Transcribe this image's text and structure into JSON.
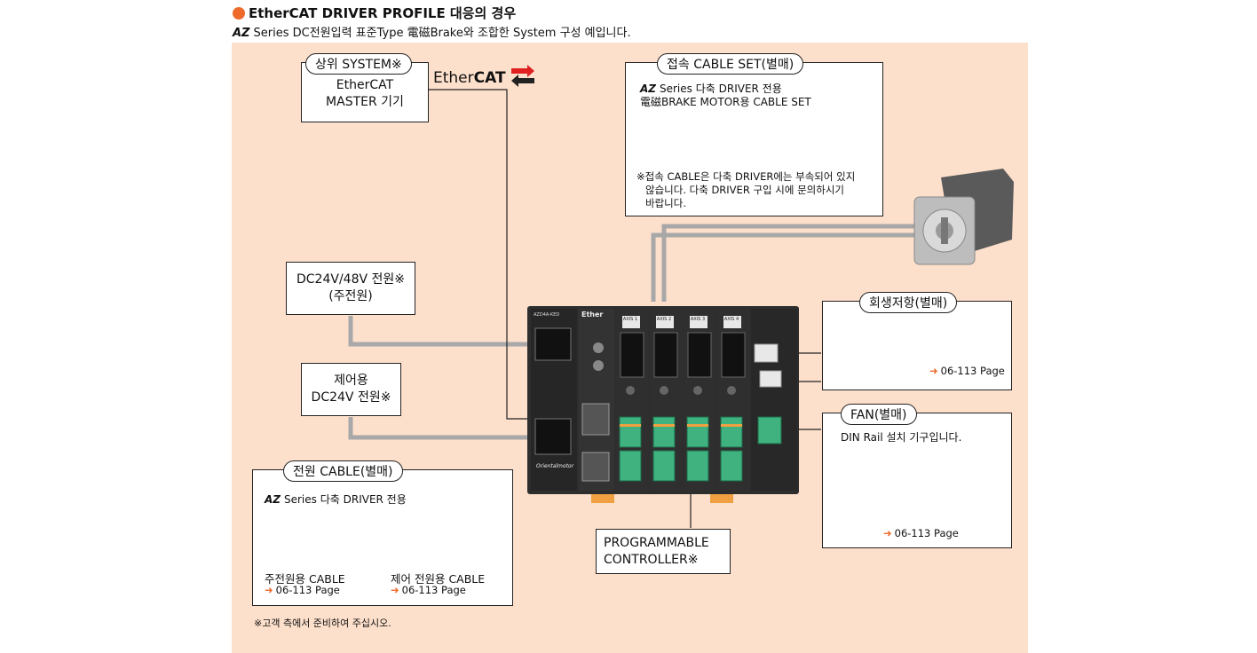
{
  "header": {
    "title": "EtherCAT DRIVER PROFILE 대응의 경우",
    "sub_az": "AZ",
    "sub_text": "Series DC전원입력 표준Type 電磁Brake와 조합한 System 구성 예입니다."
  },
  "upper_system": {
    "tag": "상위 SYSTEM※",
    "line1": "EtherCAT",
    "line2": "MASTER 기기"
  },
  "ethercat_logo": {
    "ether": "Ether",
    "cat": "CAT"
  },
  "cable_set": {
    "tag": "접속 CABLE SET(별매)",
    "az": "AZ",
    "line1": "Series 다축 DRIVER 전용",
    "line2": "電磁BRAKE MOTOR용 CABLE SET",
    "note1": "※접속 CABLE은 다축 DRIVER에는 부속되어 있지",
    "note2": "않습니다. 다축 DRIVER 구입 시에 문의하시기",
    "note3": "바랍니다."
  },
  "main_power": {
    "line1": "DC24V/48V 전원※",
    "line2": "(주전원)"
  },
  "control_power": {
    "line1": "제어용",
    "line2": "DC24V 전원※"
  },
  "regen": {
    "tag": "회생저항(별매)",
    "page": "06-113 Page"
  },
  "fan": {
    "tag": "FAN(별매)",
    "desc": "DIN Rail 설치 기구입니다.",
    "page": "06-113 Page"
  },
  "plc": {
    "line1": "PROGRAMMABLE",
    "line2": "CONTROLLER※"
  },
  "power_cable": {
    "tag": "전원 CABLE(별매)",
    "az": "AZ",
    "series": "Series 다축 DRIVER 전용",
    "main_label": "주전원용 CABLE",
    "main_page": "06-113 Page",
    "ctrl_label": "제어 전원용 CABLE",
    "ctrl_page": "06-113 Page"
  },
  "footnote": "※고객 측에서 준비하여 주십시오.",
  "device": {
    "brand": "Orientalmotor",
    "model": "AZD4A-KED",
    "axes": [
      "AXIS 1",
      "AXIS 2",
      "AXIS 3",
      "AXIS 4"
    ]
  },
  "colors": {
    "accent": "#ee6a2b",
    "panel": "#fde0cc",
    "line": "#999999",
    "device": "#2b2b2b",
    "terminal": "#3fb27f"
  }
}
